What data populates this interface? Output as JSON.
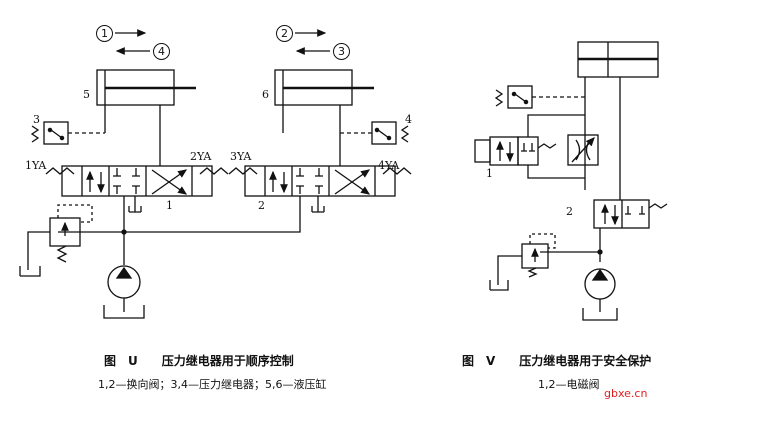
{
  "figure_u": {
    "caption": "图　U　　压力继电器用于顺序控制",
    "legend": "1,2—换向阀；3,4—压力继电器；5,6—液压缸",
    "labels": {
      "step1": "1",
      "step2": "2",
      "step3": "3",
      "step4": "4",
      "cyl5": "5",
      "cyl6": "6",
      "relay3": "3",
      "relay4": "4",
      "sol_1ya": "1YA",
      "sol_2ya": "2YA",
      "sol_3ya": "3YA",
      "sol_4ya": "4YA",
      "valve1": "1",
      "valve2": "2"
    }
  },
  "figure_v": {
    "caption": "图　V　　压力继电器用于安全保护",
    "legend": "1,2—电磁阀",
    "labels": {
      "valve1": "1",
      "valve2": "2"
    }
  },
  "watermark": "gbxe.cn",
  "colors": {
    "line": "#111111",
    "watermark": "#e02020"
  }
}
